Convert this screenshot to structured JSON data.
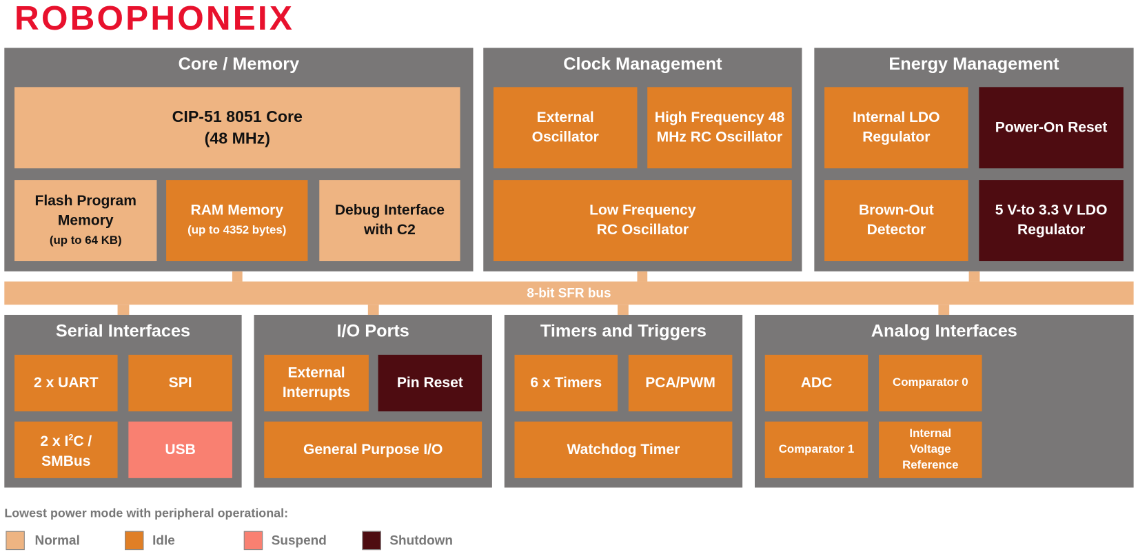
{
  "logo": "ROBOPHONEIX",
  "colors": {
    "normal": "#eeb482",
    "idle": "#e07f26",
    "suspend": "#f98071",
    "shutdown": "#4e0c11",
    "panel": "#797777",
    "logo": "#e8112d"
  },
  "core": {
    "title": "Core / Memory",
    "cpu": "CIP-51 8051 Core",
    "cpu_freq": "(48 MHz)",
    "flash": "Flash Program Memory",
    "flash_sub": "(up to 64 KB)",
    "ram": "RAM Memory",
    "ram_sub": "(up to 4352 bytes)",
    "debug": "Debug Interface with C2"
  },
  "clock": {
    "title": "Clock Management",
    "ext_osc": "External Oscillator",
    "hf_osc": "High Frequency 48 MHz RC Oscillator",
    "lf_osc": "Low Frequency RC Oscillator"
  },
  "energy": {
    "title": "Energy Management",
    "ldo": "Internal LDO Regulator",
    "por": "Power-On Reset",
    "bod": "Brown-Out Detector",
    "ldo5v": "5 V-to 3.3 V LDO Regulator"
  },
  "bus": {
    "label": "8-bit SFR bus"
  },
  "serial": {
    "title": "Serial Interfaces",
    "uart": "2 x UART",
    "spi": "SPI",
    "i2c_a": "2 x I",
    "i2c_sup": "2",
    "i2c_b": "C / SMBus",
    "usb": "USB"
  },
  "io": {
    "title": "I/O Ports",
    "ext_int": "External Interrupts",
    "pin_reset": "Pin Reset",
    "gpio": "General Purpose I/O"
  },
  "timers": {
    "title": "Timers and Triggers",
    "timers": "6 x Timers",
    "pca": "PCA/PWM",
    "wdt": "Watchdog Timer"
  },
  "analog": {
    "title": "Analog Interfaces",
    "adc": "ADC",
    "cmp0": "Comparator 0",
    "cmp1": "Comparator 1",
    "vref": "Internal Voltage Reference"
  },
  "legend": {
    "heading": "Lowest power mode with peripheral operational:",
    "items": [
      "Normal",
      "Idle",
      "Suspend",
      "Shutdown"
    ]
  }
}
